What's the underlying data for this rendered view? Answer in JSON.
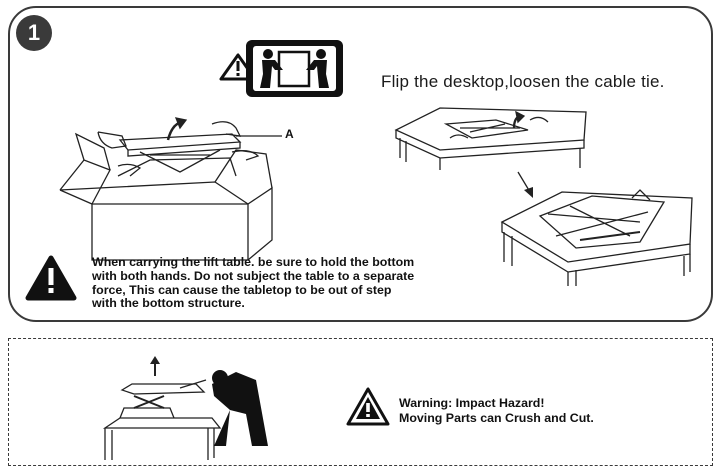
{
  "step": {
    "number": "1"
  },
  "flip_caption": "Flip the desktop,loosen the cable tie.",
  "part_label": "A",
  "carry_note": {
    "lines": [
      "When carrying the lift table. be sure to hold the bottom",
      "with both hands. Do not subject the table to a separate",
      "force, This can cause the tabletop to be out of step",
      "with the bottom structure."
    ]
  },
  "impact_warning": {
    "lines": [
      "Warning: Impact Hazard!",
      "Moving Parts can Crush and Cut."
    ]
  },
  "icons": [
    "two-person-lift-icon",
    "warning-triangle-icon",
    "up-arrow-icon",
    "down-arrow-icon"
  ]
}
